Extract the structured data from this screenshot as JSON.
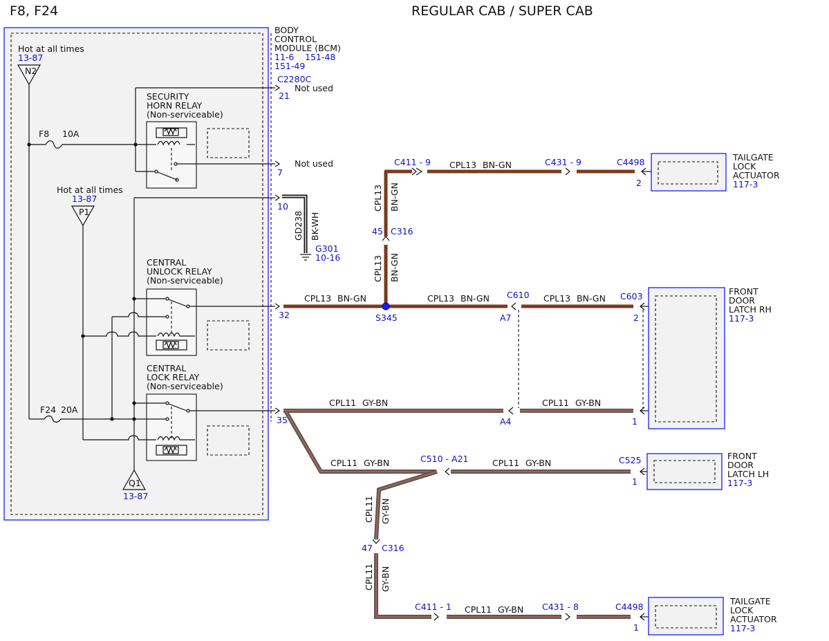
{
  "header": {
    "fuses": "F8, F24",
    "title": "REGULAR CAB / SUPER CAB"
  },
  "bcm": {
    "name_line1": "BODY",
    "name_line2": "CONTROL",
    "name_line3": "MODULE (BCM)",
    "ref_line1a": "11-6",
    "ref_line1b": "151-48",
    "ref_line2": "151-49",
    "connector": "C2280C"
  },
  "power": {
    "n2": {
      "label": "Hot at all times",
      "ref": "13-87",
      "id": "N2"
    },
    "p1": {
      "label": "Hot at all times",
      "ref": "13-87",
      "id": "P1"
    },
    "q1": {
      "id": "Q1",
      "ref": "13-87"
    },
    "f8": {
      "name": "F8",
      "rating": "10A"
    },
    "f24": {
      "name": "F24",
      "rating": "20A"
    }
  },
  "relays": {
    "horn": {
      "line1": "SECURITY",
      "line2": "HORN RELAY",
      "line3": "(Non-serviceable)"
    },
    "unlock": {
      "line1": "CENTRAL",
      "line2": "UNLOCK RELAY",
      "line3": "(Non-serviceable)"
    },
    "lock": {
      "line1": "CENTRAL",
      "line2": "LOCK RELAY",
      "line3": "(Non-serviceable)"
    }
  },
  "pins": {
    "p21": "21",
    "p7": "7",
    "p10": "10",
    "p32": "32",
    "p35": "35",
    "not_used_1": "Not used",
    "not_used_2": "Not used"
  },
  "ground": {
    "circuit": "GD238",
    "color": "BK-WH",
    "id": "G301",
    "ref": "10-16"
  },
  "wires": {
    "cpl13": "CPL13",
    "bngn": "BN-GN",
    "cpl11": "CPL11",
    "gybn": "GY-BN"
  },
  "connectors": {
    "c411_9": "C411 - 9",
    "c431_9": "C431 - 9",
    "c4498_top": "C4498",
    "pin2_top": "2",
    "c316_45_pin": "45",
    "c316_a": "C316",
    "s345": "S345",
    "c610": "C610",
    "a7": "A7",
    "c603": "C603",
    "pin2_rh": "2",
    "a4": "A4",
    "pin1_rh": "1",
    "c510": "C510 - A21",
    "c525": "C525",
    "pin1_lh": "1",
    "c316_47_pin": "47",
    "c316_b": "C316",
    "c411_1": "C411 - 1",
    "c431_8": "C431 - 8",
    "c4498_bot": "C4498",
    "pin1_bot": "1"
  },
  "components": {
    "tailgate_top": {
      "l1": "TAILGATE",
      "l2": "LOCK",
      "l3": "ACTUATOR",
      "ref": "117-3"
    },
    "latch_rh": {
      "l1": "FRONT",
      "l2": "DOOR",
      "l3": "LATCH RH",
      "ref": "117-3"
    },
    "latch_lh": {
      "l1": "FRONT",
      "l2": "DOOR",
      "l3": "LATCH LH",
      "ref": "117-3"
    },
    "tailgate_bot": {
      "l1": "TAILGATE",
      "l2": "LOCK",
      "l3": "ACTUATOR",
      "ref": "117-3"
    }
  },
  "colors": {
    "blue": "#1010c8",
    "bn_gn": "#7a3b1f",
    "gy_bn_stripe": "#b5563c"
  }
}
